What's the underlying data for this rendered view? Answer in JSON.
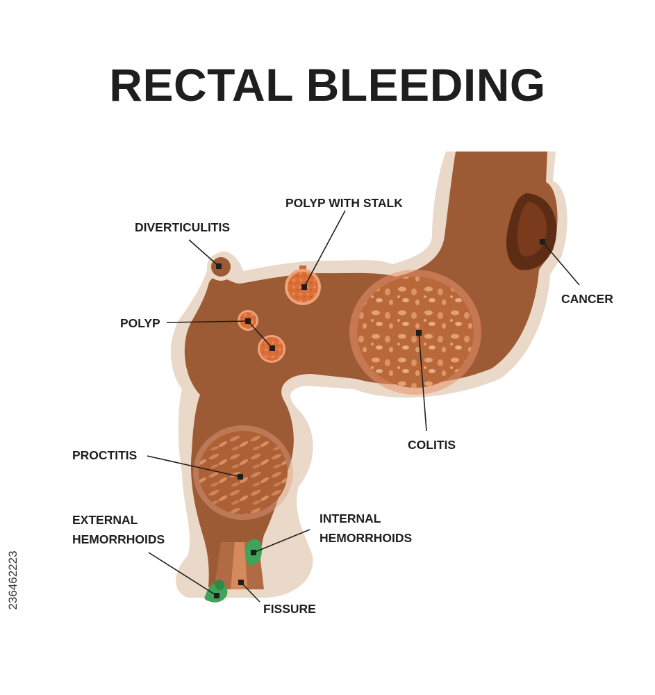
{
  "title": "RECTAL BLEEDING",
  "labels": {
    "polyp_with_stalk": "POLYP WITH STALK",
    "diverticulitis": "DIVERTICULITIS",
    "polyp": "POLYP",
    "cancer": "CANCER",
    "colitis": "COLITIS",
    "proctitis": "PROCTITIS",
    "external_hemorrhoids_1": "EXTERNAL",
    "external_hemorrhoids_2": "HEMORRHOIDS",
    "internal_hemorrhoids_1": "INTERNAL",
    "internal_hemorrhoids_2": "HEMORRHOIDS",
    "fissure": "FISSURE"
  },
  "stock_id": "236462223",
  "colors": {
    "wall": "#ead9c8",
    "colon": "#9c5a35",
    "polyp": "#d86a36",
    "inflamed": "#c86f3c",
    "cancer": "#5c2c14",
    "hemorrhoid": "#3fa35a",
    "text": "#1e1e1e"
  }
}
